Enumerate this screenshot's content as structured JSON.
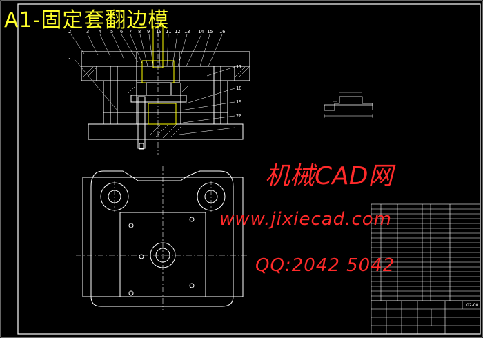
{
  "title": "A1-固定套翻边模",
  "watermarks": {
    "site_name": "机械CAD网",
    "url": "www.jixiecad.com",
    "qq": "QQ:2042 5042"
  },
  "part_numbers": [
    "1",
    "2",
    "3",
    "4",
    "5",
    "6",
    "7",
    "8",
    "9",
    "10",
    "11",
    "12",
    "13",
    "14",
    "15",
    "16",
    "17",
    "18",
    "19",
    "20"
  ],
  "title_block": {
    "drawing_no": "02-00"
  },
  "colors": {
    "background": "#000000",
    "line": "#ffffff",
    "title": "#ffff2a",
    "watermark": "#ff2a2a",
    "accent": "#ffff00"
  }
}
